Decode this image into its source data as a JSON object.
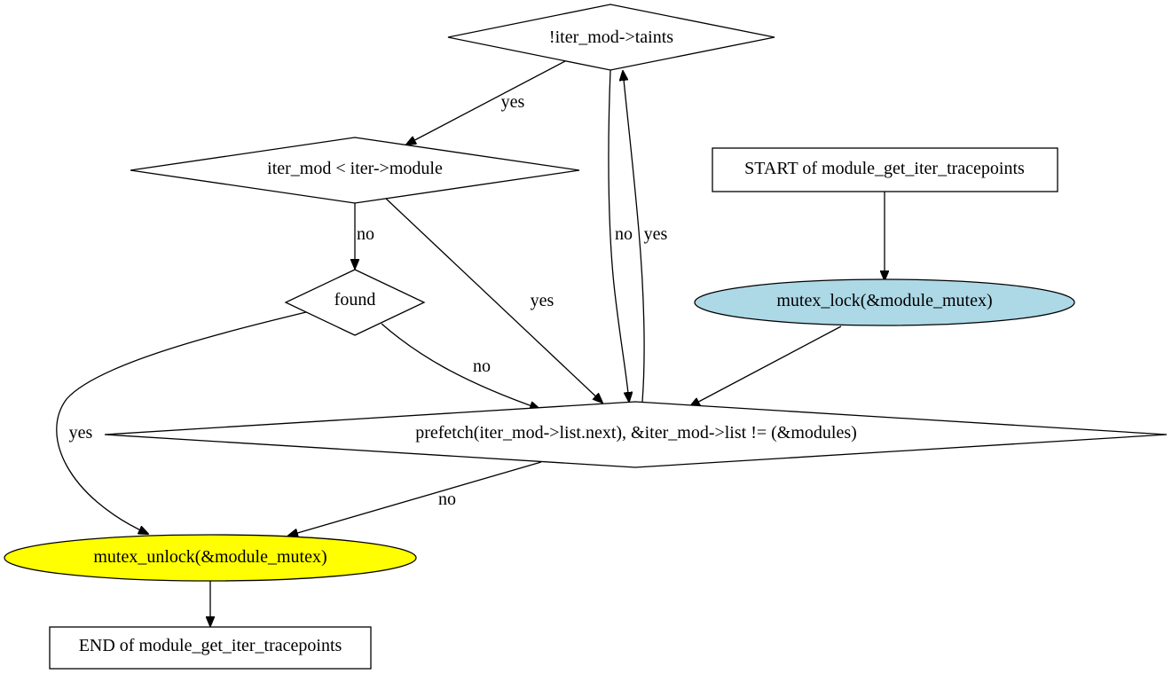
{
  "diagram": {
    "colors": {
      "lock_fill": "#add8e6",
      "unlock_fill": "#ffff00",
      "default_fill": "#ffffff",
      "stroke": "#000000"
    },
    "nodes": {
      "taints": "!iter_mod->taints",
      "iter_mod_lt": "iter_mod < iter->module",
      "found": "found",
      "start": "START of module_get_iter_tracepoints",
      "lock": "mutex_lock(&module_mutex)",
      "loop": "prefetch(iter_mod->list.next), &iter_mod->list != (&modules)",
      "unlock": "mutex_unlock(&module_mutex)",
      "end": "END of module_get_iter_tracepoints"
    },
    "edge_labels": {
      "taints_to_lt": "yes",
      "lt_to_found": "no",
      "lt_to_loop": "yes",
      "taints_to_loop": "no",
      "loop_to_taints": "yes",
      "found_to_loop": "no",
      "found_to_unlock": "yes",
      "loop_to_unlock": "no"
    }
  }
}
